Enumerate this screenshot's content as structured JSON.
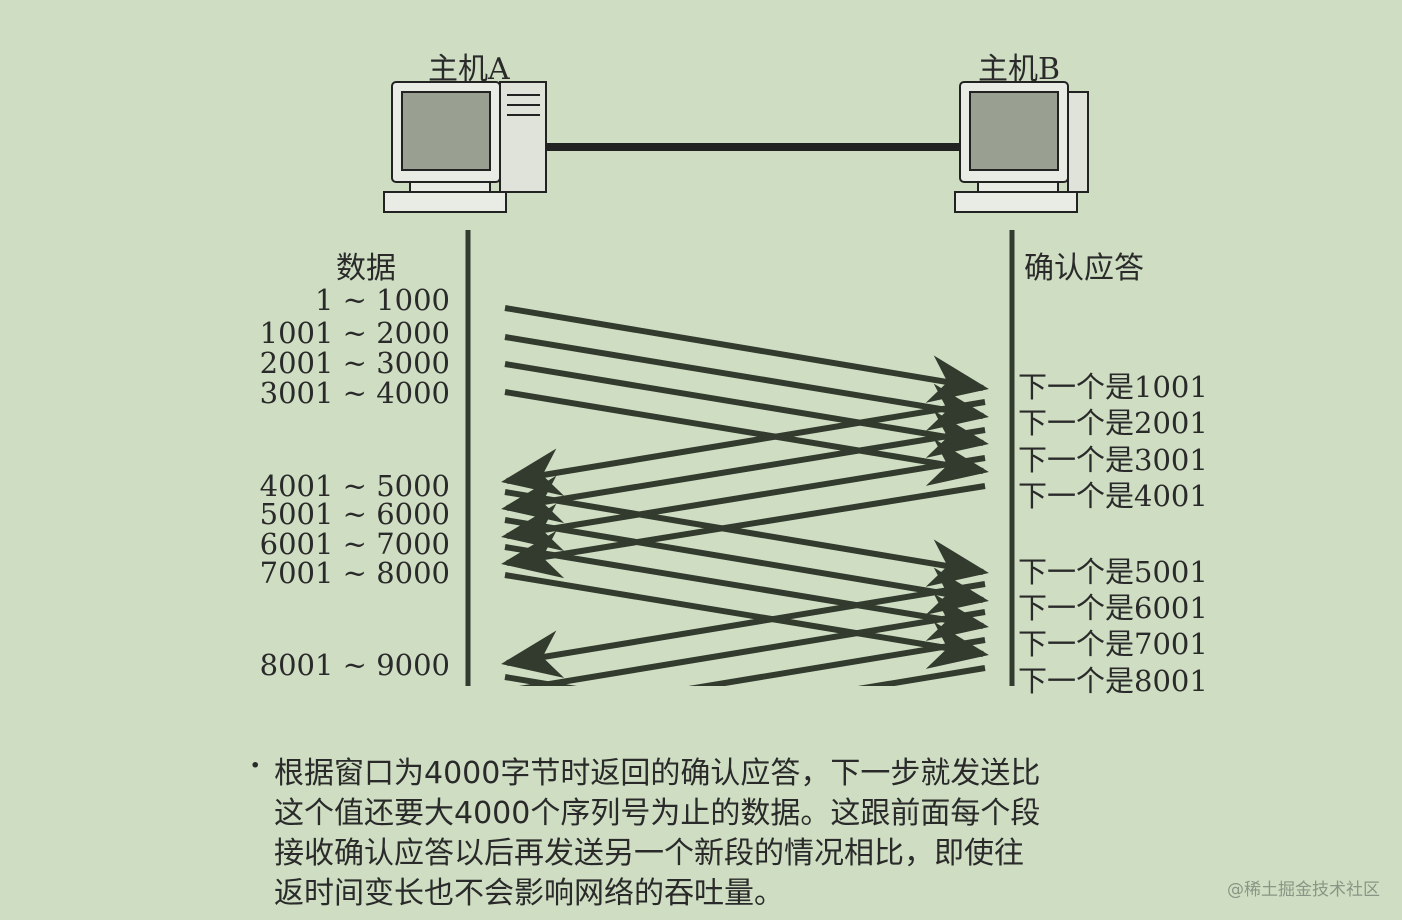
{
  "hosts": {
    "a": "主机A",
    "b": "主机B"
  },
  "left_label": "数据",
  "right_label": "确认应答",
  "data_ranges": [
    "1 ~ 1000",
    "1001 ~ 2000",
    "2001 ~ 3000",
    "3001 ~ 4000",
    "4001 ~ 5000",
    "5001 ~ 6000",
    "6001 ~ 7000",
    "7001 ~ 8000",
    "8001 ~ 9000"
  ],
  "acks": [
    "下一个是1001",
    "下一个是2001",
    "下一个是3001",
    "下一个是4001",
    "下一个是5001",
    "下一个是6001",
    "下一个是7001",
    "下一个是8001"
  ],
  "bullet": "·",
  "paragraph": [
    "根据窗口为4000字节时返回的确认应答，下一步就发送比",
    "这个值还要大4000个序列号为止的数据。这跟前面每个段",
    "接收确认应答以后再发送另一个新段的情况相比，即使往",
    "返时间变长也不会影响网络的吞吐量。"
  ],
  "watermark": "@稀土掘金技术社区",
  "colors": {
    "background": "#cfdec3",
    "line": "#333a2e"
  }
}
